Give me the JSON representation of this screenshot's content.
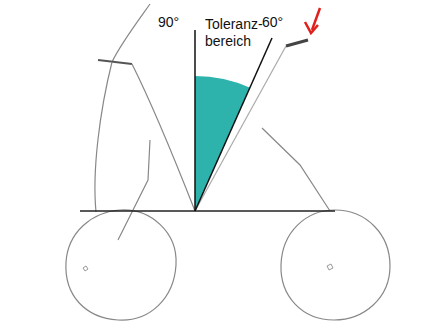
{
  "diagram": {
    "labels": [
      "90°",
      "60°",
      "Toleranz- bereich"
    ]
  }
}
